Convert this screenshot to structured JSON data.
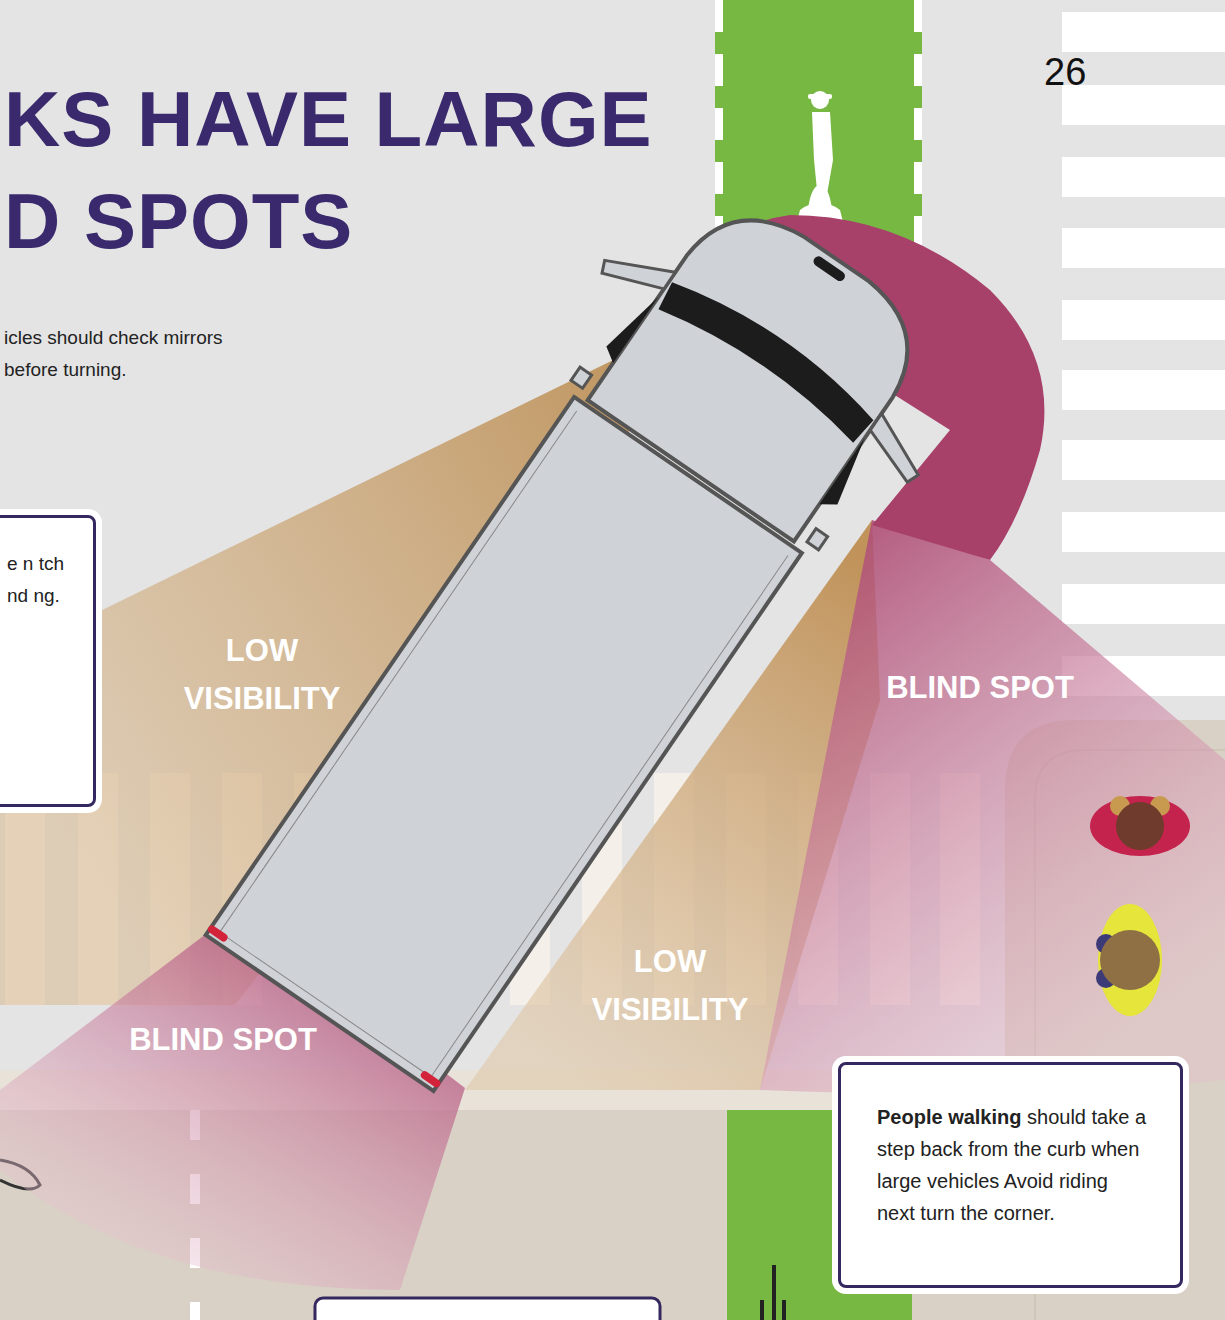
{
  "diagram": {
    "title": "KS HAVE LARGE D SPOTS",
    "nodes": [
      {
        "text": [
          "e n tch nd ng."
        ]
      },
      {
        "text": [
          "People walking",
          "should take a step back from the curb when large vehicles Avoid riding next turn the corner."
        ]
      }
    ],
    "labels": [
      "26",
      "icles should check mirrors before turning.",
      "LOW VISIBILITY",
      "BLIND SPOT",
      "LOW VISIBILITY",
      "BLIND SPOT"
    ]
  }
}
